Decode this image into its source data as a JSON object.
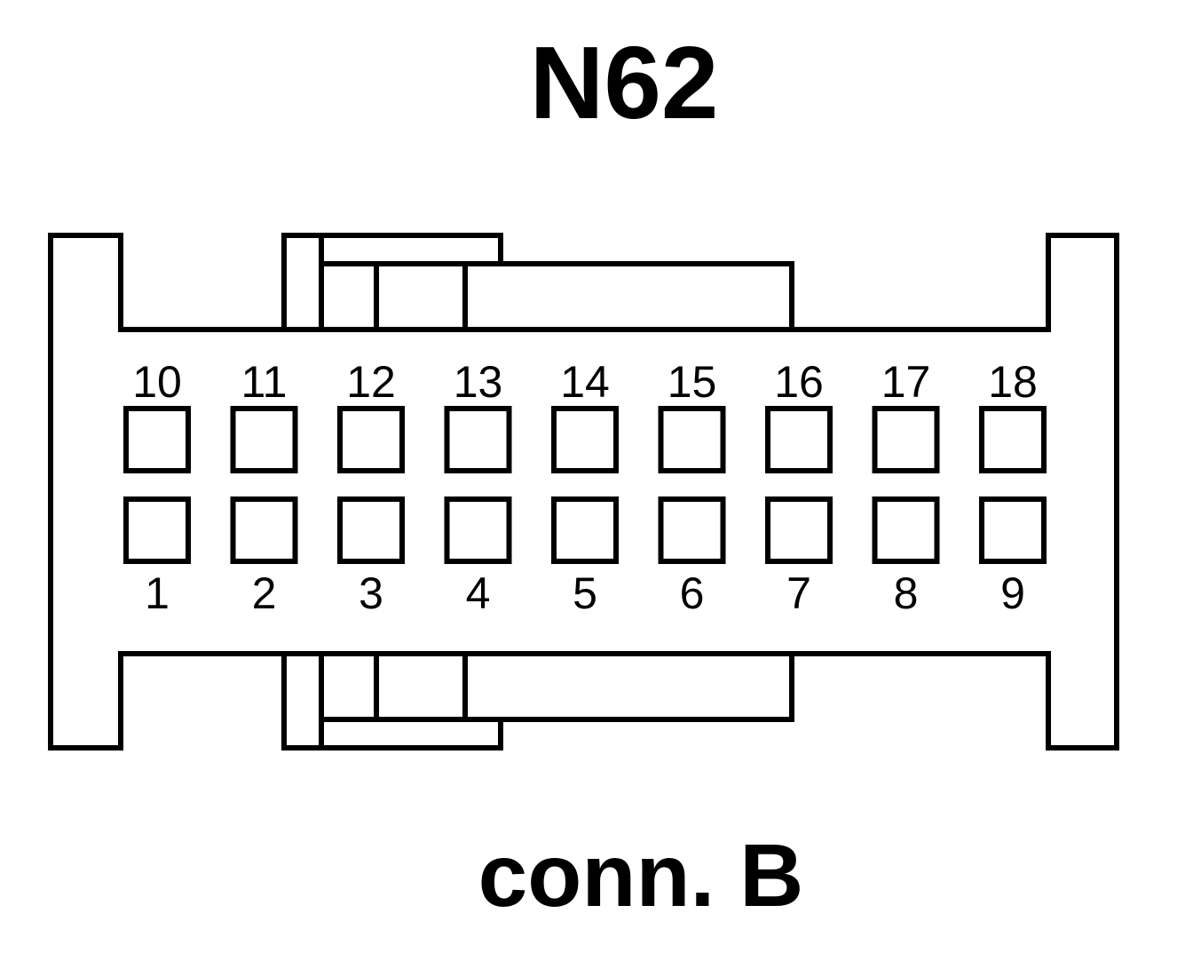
{
  "title": "N62",
  "subtitle": "conn. B",
  "top_row_pins": [
    "10",
    "11",
    "12",
    "13",
    "14",
    "15",
    "16",
    "17",
    "18"
  ],
  "bottom_row_pins": [
    "1",
    "2",
    "3",
    "4",
    "5",
    "6",
    "7",
    "8",
    "9"
  ]
}
